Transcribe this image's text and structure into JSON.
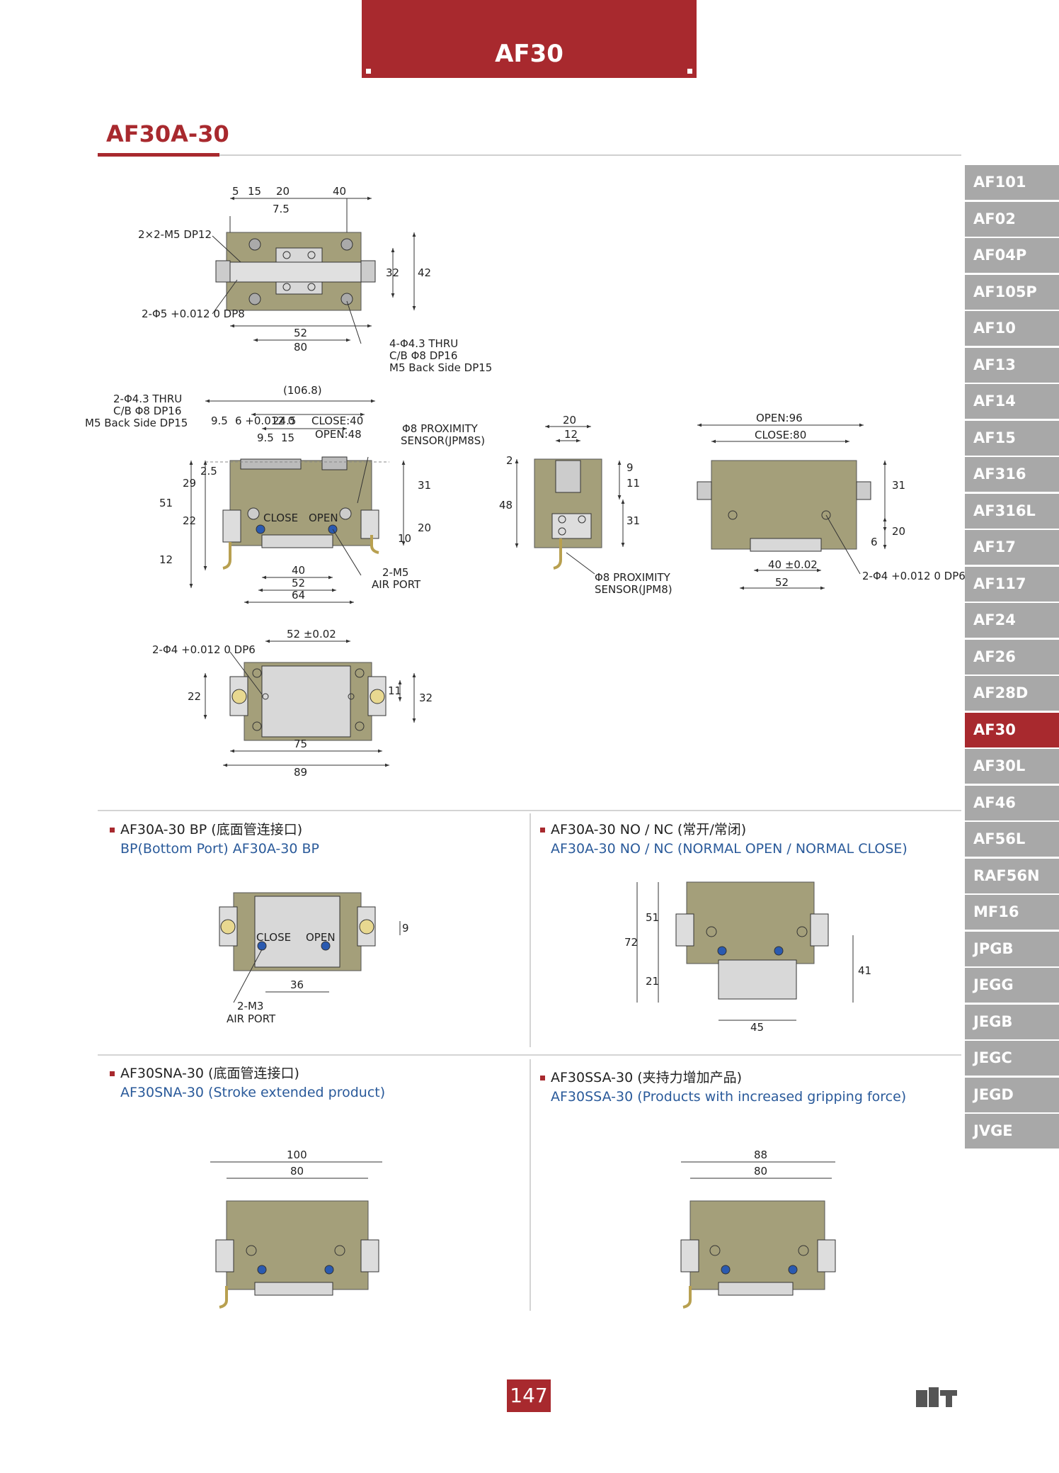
{
  "header": {
    "title": "AF30"
  },
  "model": {
    "title": "AF30A-30"
  },
  "nav": {
    "items": [
      "AF101",
      "AF02",
      "AF04P",
      "AF105P",
      "AF10",
      "AF13",
      "AF14",
      "AF15",
      "AF316",
      "AF316L",
      "AF17",
      "AF117",
      "AF24",
      "AF26",
      "AF28D",
      "AF30",
      "AF30L",
      "AF46",
      "AF56L",
      "RAF56N",
      "MF16",
      "JPGB",
      "JEGG",
      "JEGB",
      "JEGC",
      "JEGD",
      "JVGE"
    ],
    "active": "AF30"
  },
  "drawings": {
    "top_view": {
      "dims": [
        "5",
        "15",
        "20",
        "40",
        "7.5",
        "32",
        "42",
        "52",
        "80"
      ],
      "notes": [
        "2×2-M5 DP12",
        "2-Φ5 +0.012 0 DP8",
        "4-Φ4.3 THRU",
        "C/B Φ8 DP16",
        "M5 Back Side DP15"
      ]
    },
    "front_view": {
      "dims": [
        "(106.8)",
        "9.5",
        "6 +0.012 0",
        "24.5",
        "CLOSE:40",
        "OPEN:48",
        "9.5",
        "15",
        "2.5",
        "29",
        "51",
        "22",
        "12",
        "31",
        "20",
        "10",
        "40",
        "52",
        "64"
      ],
      "notes": [
        "2-Φ4.3 THRU",
        "C/B Φ8 DP16",
        "M5 Back Side DP15",
        "Φ8 PROXIMITY",
        "SENSOR(JPM8S)",
        "CLOSE",
        "OPEN",
        "2-M5",
        "AIR PORT"
      ]
    },
    "side_view": {
      "dims": [
        "20",
        "12",
        "2",
        "9",
        "11",
        "48",
        "31"
      ],
      "notes": [
        "Φ8 PROXIMITY",
        "SENSOR(JPM8)"
      ]
    },
    "rear_view": {
      "dims": [
        "OPEN:96",
        "CLOSE:80",
        "31",
        "20",
        "6",
        "40 ±0.02",
        "52"
      ],
      "notes": [
        "2-Φ4 +0.012 0 DP6"
      ]
    },
    "bottom_view": {
      "dims": [
        "52 ±0.02",
        "22",
        "11",
        "32",
        "75",
        "89"
      ],
      "notes": [
        "2-Φ4 +0.012 0 DP6"
      ]
    }
  },
  "sections": {
    "bp": {
      "zh": "AF30A-30  BP (底面管连接口)",
      "en": "BP(Bottom Port) AF30A-30 BP",
      "labels": [
        "CLOSE",
        "OPEN",
        "9",
        "36",
        "2-M3",
        "AIR PORT"
      ]
    },
    "nonc": {
      "zh": "AF30A-30  NO / NC (常开/常闭)",
      "en": "AF30A-30 NO / NC (NORMAL OPEN / NORMAL CLOSE)",
      "labels": [
        "72",
        "51",
        "21",
        "41",
        "45"
      ]
    },
    "sna": {
      "zh": "AF30SNA-30 (底面管连接口)",
      "en": "AF30SNA-30 (Stroke extended product)",
      "labels": [
        "100",
        "80"
      ]
    },
    "ssa": {
      "zh": "AF30SSA-30 (夹持力增加产品)",
      "en": "AF30SSA-30 (Products with increased gripping force)",
      "labels": [
        "88",
        "80"
      ]
    }
  },
  "footer": {
    "page_number": "147"
  },
  "colors": {
    "brand_red": "#a8292e",
    "nav_gray": "#a8a8a8",
    "body_olive": "#a49f7a",
    "plate_gray": "#d8d8d8",
    "port_blue": "#2a5ab0"
  }
}
